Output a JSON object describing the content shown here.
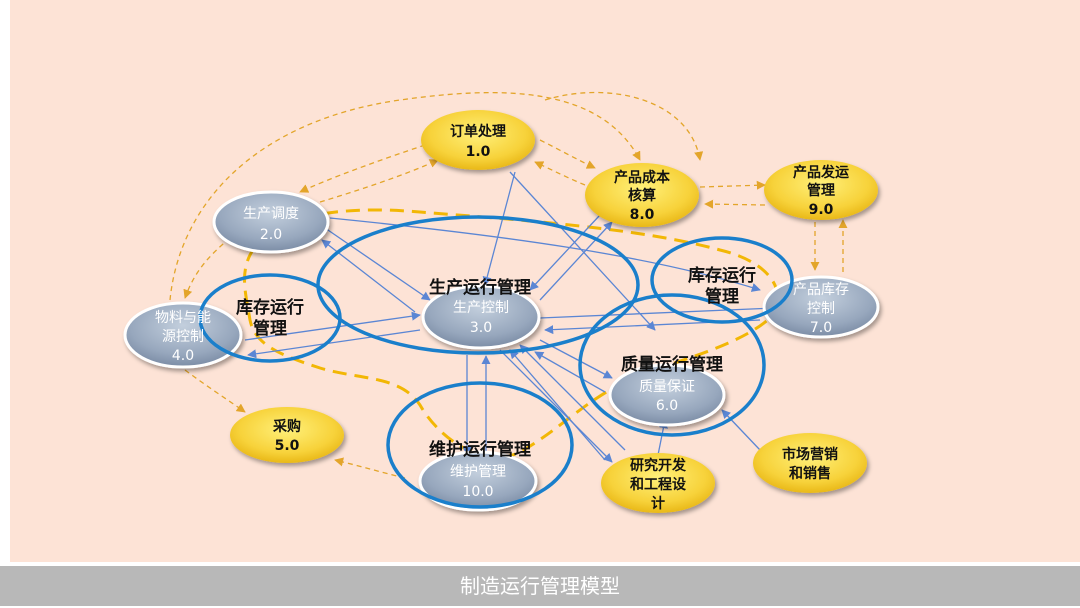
{
  "footer_title": "制造运行管理模型",
  "nodes": {
    "order": {
      "line1": "订单处理",
      "num": "1.0"
    },
    "dispatch": {
      "line1": "生产调度",
      "num": "2.0"
    },
    "control": {
      "line1": "生产控制",
      "num": "3.0"
    },
    "material": {
      "line1": "物料与能",
      "line2": "源控制",
      "num": "4.0"
    },
    "purchase": {
      "line1": "采购",
      "num": "5.0"
    },
    "quality": {
      "line1": "质量保证",
      "num": "6.0"
    },
    "inventory": {
      "line1": "产品库存",
      "line2": "控制",
      "num": "7.0"
    },
    "cost": {
      "line1": "产品成本",
      "line2": "核算",
      "num": "8.0"
    },
    "shipping": {
      "line1": "产品发运",
      "line2": "管理",
      "num": "9.0"
    },
    "maintenance": {
      "line1": "维护管理",
      "num": "10.0"
    },
    "rnd": {
      "line1": "研究开发",
      "line2": "和工程设",
      "line3": "计"
    },
    "marketing": {
      "line1": "市场营销",
      "line2": "和销售"
    }
  },
  "areas": {
    "production": "生产运行管理",
    "inventory_left_1": "库存运行",
    "inventory_left_2": "管理",
    "inventory_right_1": "库存运行",
    "inventory_right_2": "管理",
    "quality": "质量运行管理",
    "maintenance": "维护运行管理"
  },
  "colors": {
    "background": "#fde3d6",
    "yellow_node": "#f7d23a",
    "gray_node": "#97a7bd",
    "ring": "#1a7fcb",
    "arrow_blue": "#5b86d4",
    "arrow_orange": "#e3a52a",
    "dashed_boundary": "#f2b705"
  }
}
